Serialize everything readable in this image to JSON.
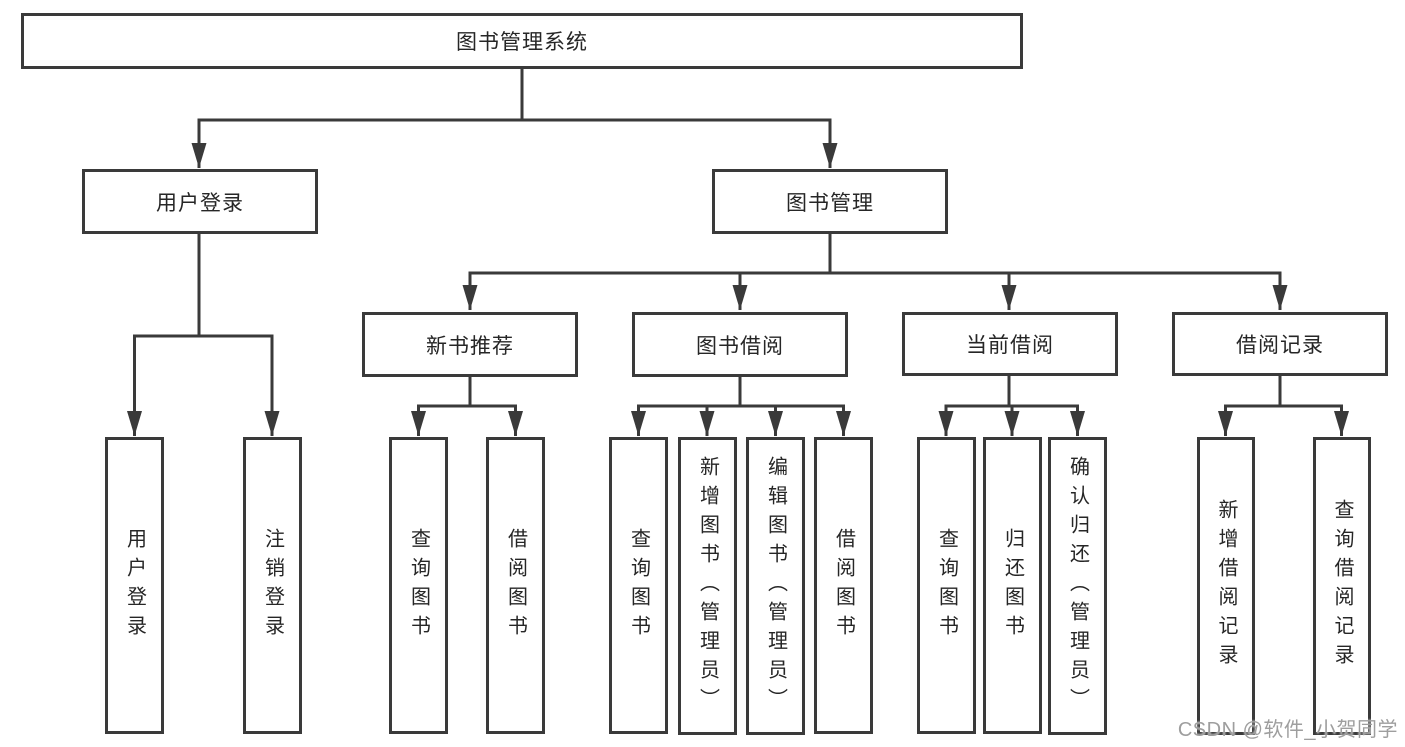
{
  "colors": {
    "line": "#3a3a3a",
    "box_border": "#3a3a3a",
    "box_fill": "#ffffff",
    "text": "#262626",
    "watermark": "#9e9e9e",
    "background": "#ffffff"
  },
  "diagram": {
    "root": {
      "label": "图书管理系统"
    },
    "login": {
      "label": "用户登录",
      "leaves": [
        "用户登录",
        "注销登录"
      ]
    },
    "management": {
      "label": "图书管理",
      "modules": [
        {
          "label": "新书推荐",
          "leaves": [
            "查询图书",
            "借阅图书"
          ]
        },
        {
          "label": "图书借阅",
          "leaves": [
            "查询图书",
            "新增图书（管理员）",
            "编辑图书（管理员）",
            "借阅图书"
          ]
        },
        {
          "label": "当前借阅",
          "leaves": [
            "查询图书",
            "归还图书",
            "确认归还（管理员）"
          ]
        },
        {
          "label": "借阅记录",
          "leaves": [
            "新增借阅记录",
            "查询借阅记录"
          ]
        }
      ]
    }
  },
  "watermark": {
    "text": "CSDN @软件_小贺同学"
  }
}
